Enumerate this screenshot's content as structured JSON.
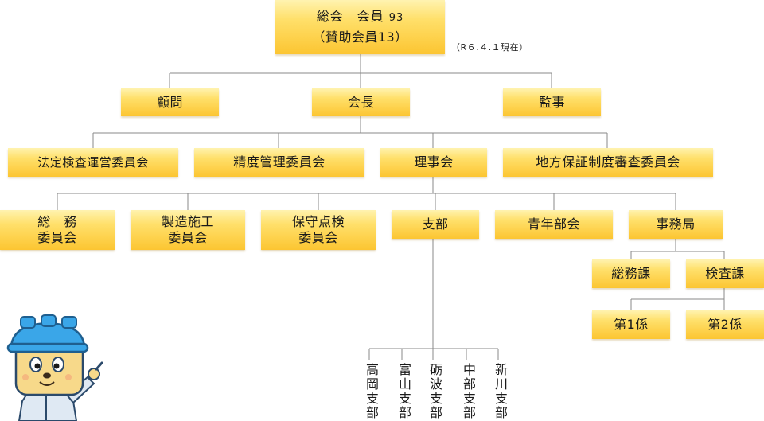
{
  "top": {
    "line1": "総会　会員",
    "members_count": "93",
    "line2": "（賛助会員13）"
  },
  "date_note": "（R６.４.１現在）",
  "level2": {
    "advisor": "顧問",
    "president": "会長",
    "auditor": "監事"
  },
  "level3": {
    "legal_inspection": "法定検査運営委員会",
    "accuracy_mgmt": "精度管理委員会",
    "board": "理事会",
    "local_guarantee": "地方保証制度審査委員会"
  },
  "level4": {
    "general_affairs": [
      "総　務",
      "委員会"
    ],
    "manufacturing": [
      "製造施工",
      "委員会"
    ],
    "maintenance": [
      "保守点検",
      "委員会"
    ],
    "branches_label": "支部",
    "youth": "青年部会",
    "secretariat": "事務局"
  },
  "secretariat": {
    "general_section": "総務課",
    "inspection_section": "検査課",
    "unit1": "第1係",
    "unit2": "第2係"
  },
  "branches": [
    "高岡支部",
    "富山支部",
    "砺波支部",
    "中部支部",
    "新川支部"
  ],
  "colors": {
    "box_light": "#fff3b0",
    "box_dark": "#fcc531",
    "line": "#888888",
    "mascot_helmet": "#3aa6e8",
    "mascot_face": "#f7d98a",
    "mascot_suit": "#dfe9f3"
  },
  "icons": {
    "mascot": "mascot-character-icon"
  }
}
